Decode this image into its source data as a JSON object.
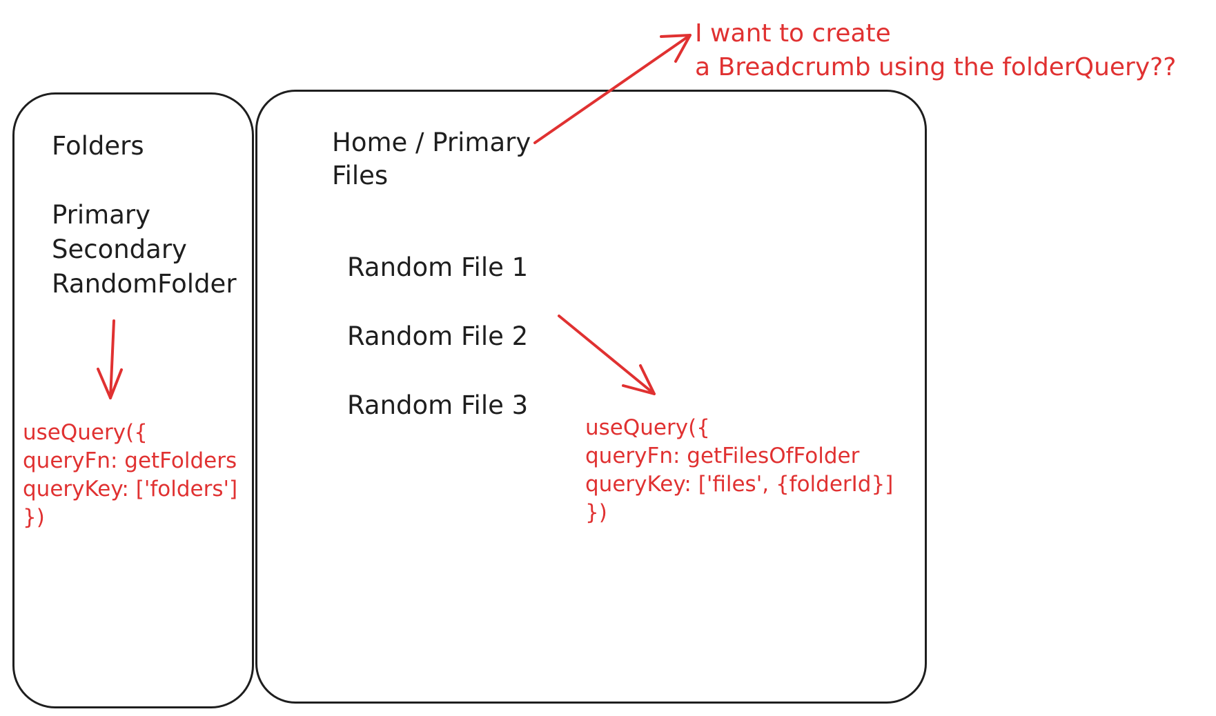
{
  "sidebar": {
    "title": "Folders",
    "items": [
      {
        "label": "Primary"
      },
      {
        "label": "Secondary"
      },
      {
        "label": "RandomFolder"
      }
    ],
    "query_lines": [
      "useQuery({",
      "queryFn: getFolders",
      "queryKey: ['folders']",
      "})"
    ]
  },
  "main": {
    "breadcrumb": "Home / Primary",
    "section_title": "Files",
    "files": [
      {
        "label": "Random File 1"
      },
      {
        "label": "Random File 2"
      },
      {
        "label": "Random File 3"
      }
    ],
    "query_lines": [
      "useQuery({",
      "queryFn: getFilesOfFolder",
      "queryKey: ['files', {folderId}]",
      "})"
    ]
  },
  "annotation": {
    "lines": [
      "I want to create",
      "a Breadcrumb using the folderQuery??"
    ]
  },
  "colors": {
    "ink": "#1e1e1e",
    "accent": "#e03131"
  }
}
